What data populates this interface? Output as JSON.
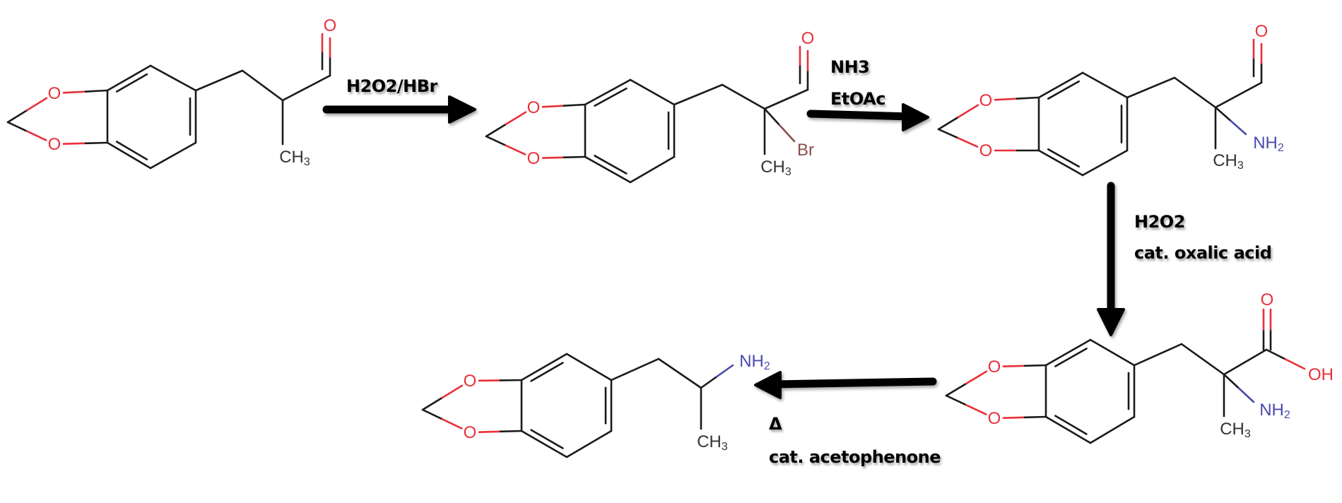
{
  "colors": {
    "bond": "#1a1a1a",
    "oxygen": "#e8303a",
    "nitrogen": "#4a4aae",
    "bromine": "#8a4d4d",
    "carbon_label": "#333333",
    "arrow": "#000000"
  },
  "atoms": {
    "O": "O",
    "CH": "CH",
    "NH": "NH",
    "sub3": "3",
    "sub2": "2",
    "Br": "Br",
    "OH": "OH"
  },
  "steps": [
    {
      "reagents": [
        "H2O2/HBr"
      ]
    },
    {
      "reagents": [
        "NH3",
        "EtOAc"
      ]
    },
    {
      "reagents": [
        "H2O2",
        "cat. oxalic acid"
      ]
    },
    {
      "reagents": [
        "Δ",
        "cat. acetophenone"
      ]
    }
  ]
}
